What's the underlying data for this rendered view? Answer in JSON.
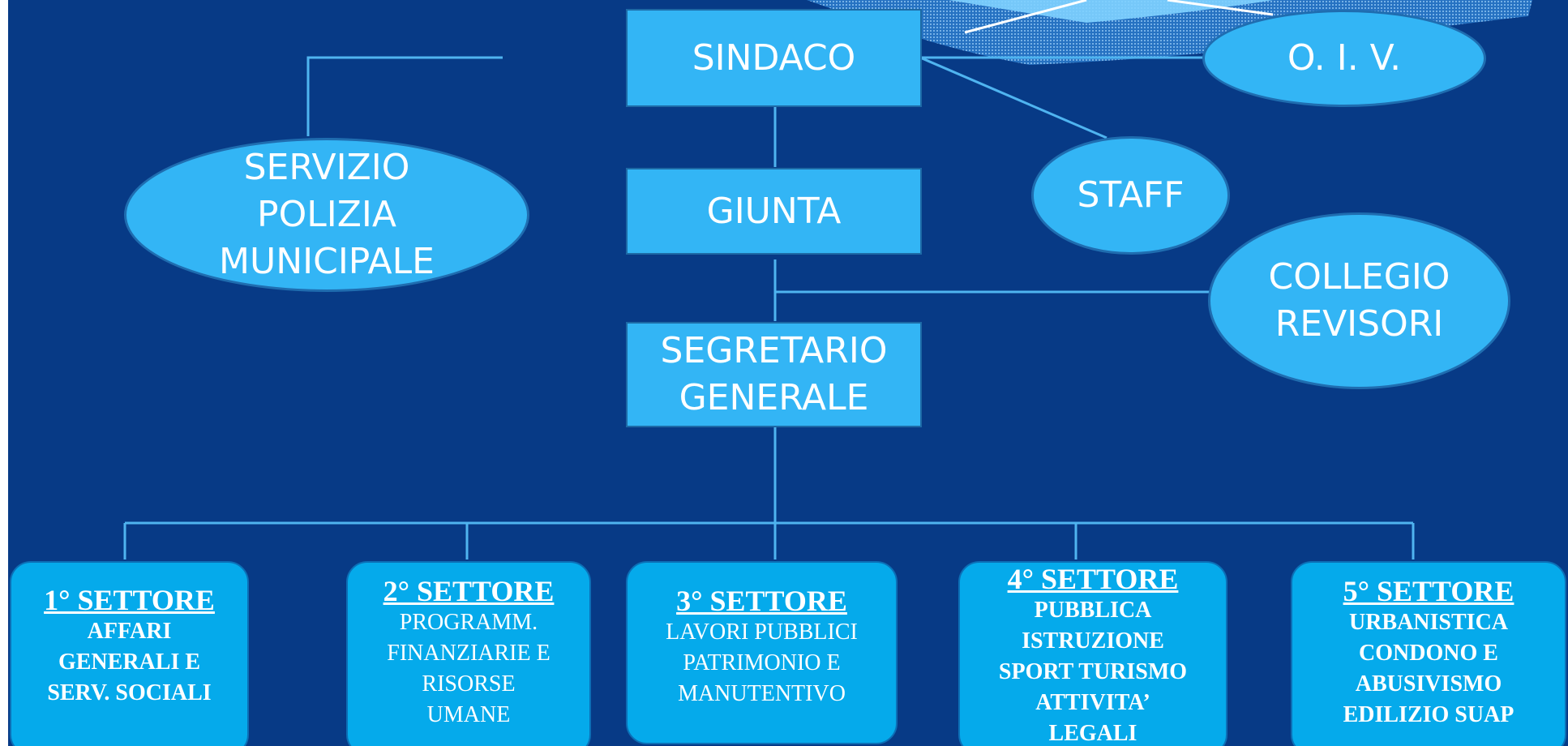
{
  "diagram": {
    "top": {
      "sindaco": "SINDACO",
      "oiv": "O. I. V.",
      "staff": "STAFF",
      "giunta": "GIUNTA",
      "polizia": [
        "SERVIZIO",
        "POLIZIA",
        "MUNICIPALE"
      ],
      "collegio": [
        "COLLEGIO",
        "REVISORI"
      ],
      "segretario": [
        "SEGRETARIO",
        "GENERALE"
      ]
    },
    "sectors": [
      {
        "title": "1° SETTORE",
        "lines": [
          "AFFARI",
          "GENERALI E",
          "SERV. SOCIALI"
        ],
        "bold": true
      },
      {
        "title": "2° SETTORE",
        "lines": [
          "PROGRAMM.",
          "FINANZIARIE E",
          "RISORSE",
          "UMANE"
        ],
        "bold": false
      },
      {
        "title": "3° SETTORE",
        "lines": [
          "LAVORI PUBBLICI",
          "PATRIMONIO E",
          "MANUTENTIVO"
        ],
        "bold": false
      },
      {
        "title": "4° SETTORE",
        "lines": [
          "PUBBLICA",
          "ISTRUZIONE",
          "SPORT TURISMO",
          "ATTIVITA’",
          "LEGALI"
        ],
        "bold": true
      },
      {
        "title": "5° SETTORE",
        "lines": [
          "URBANISTICA",
          "CONDONO  E",
          "ABUSIVISMO",
          "EDILIZIO SUAP"
        ],
        "bold": true
      }
    ]
  },
  "colors": {
    "background": "#073a86",
    "box_fill": "#33b5f5",
    "sector_fill": "#05aaeb",
    "connector": "#4fb4f0"
  }
}
